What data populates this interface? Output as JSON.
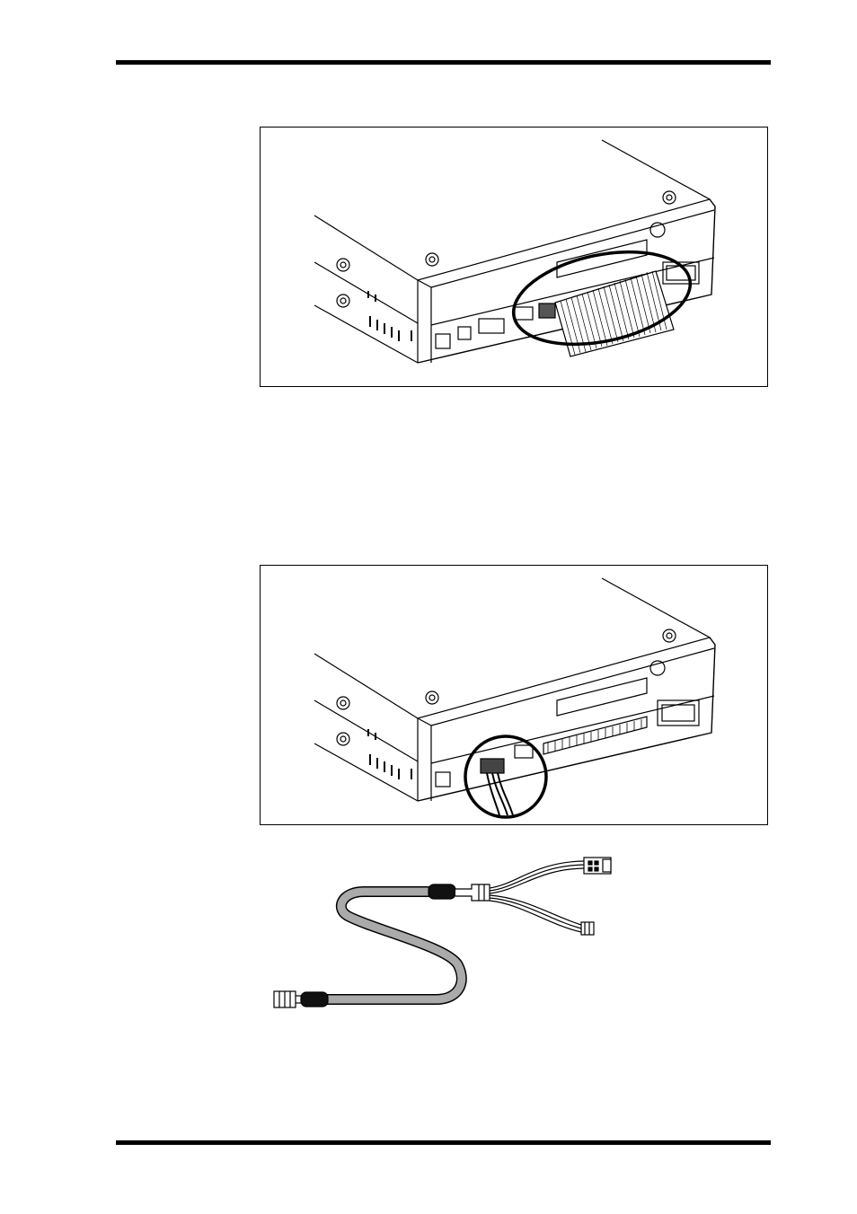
{
  "page": {
    "figures": [
      {
        "id": "fig1",
        "icon": "drive-rear-ribbon-cable-illustration",
        "highlight": "ide-ribbon-cable-connection"
      },
      {
        "id": "fig2",
        "icon": "drive-rear-audio-cable-illustration",
        "highlight": "audio-cable-connection"
      },
      {
        "id": "cable",
        "icon": "audio-y-cable-illustration"
      }
    ]
  }
}
